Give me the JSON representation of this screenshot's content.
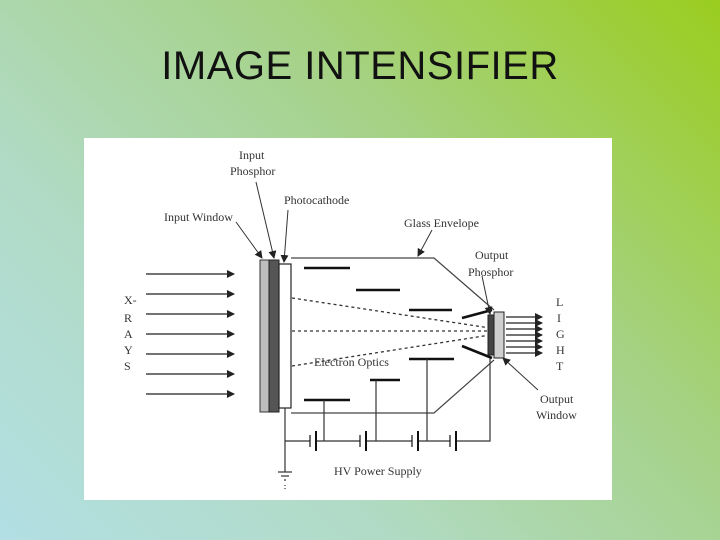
{
  "slide": {
    "title": "IMAGE INTENSIFIER"
  },
  "diagram": {
    "labels": {
      "input_phosphor_line1": "Input",
      "input_phosphor_line2": "Phosphor",
      "photocathode": "Photocathode",
      "input_window": "Input Window",
      "glass_envelope": "Glass Envelope",
      "output_phosphor_line1": "Output",
      "output_phosphor_line2": "Phosphor",
      "electron_optics": "Electron Optics",
      "output_window_line1": "Output",
      "output_window_line2": "Window",
      "hv_power_supply": "HV Power Supply"
    },
    "xrays_letters": [
      "X-",
      "R",
      "A",
      "Y",
      "S"
    ],
    "light_letters": [
      "L",
      "I",
      "G",
      "H",
      "T"
    ]
  }
}
